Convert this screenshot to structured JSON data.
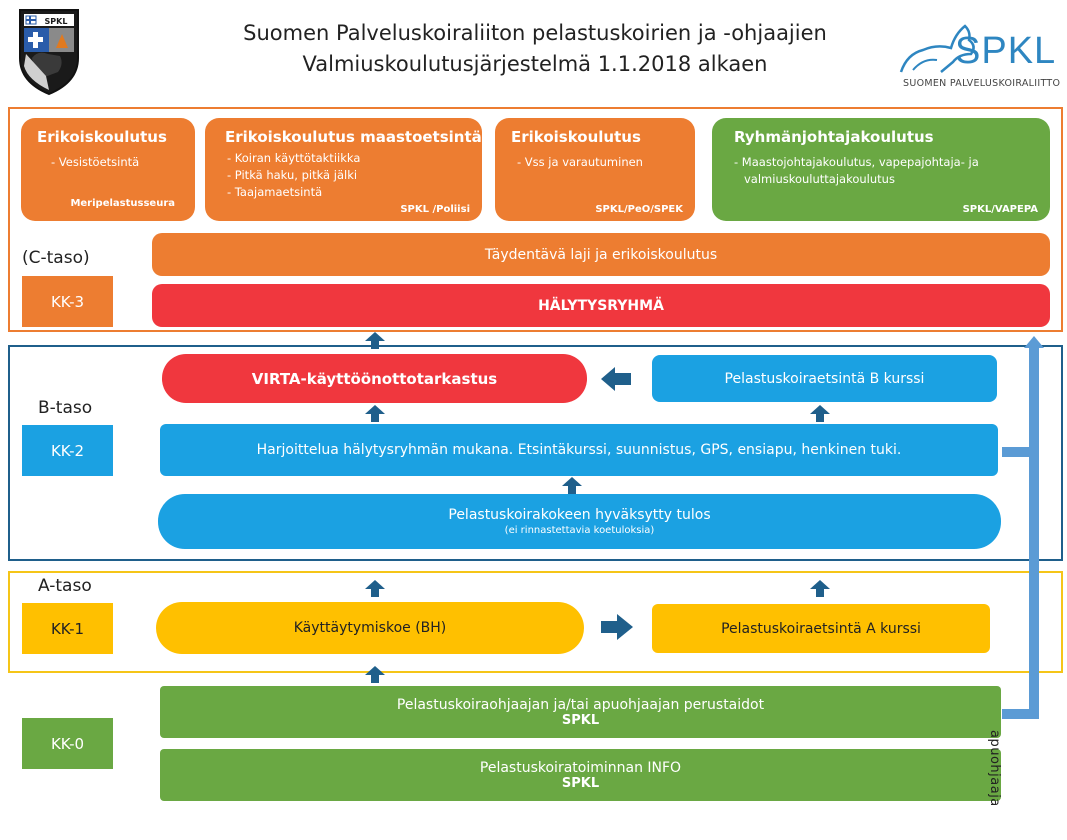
{
  "header": {
    "title_line1": "Suomen Palveluskoiraliiton pelastuskoirien ja -ohjaajien",
    "title_line2": "Valmiuskoulutusjärjestelmä 1.1.2018 alkaen",
    "badge_text": "SPKL",
    "logo_text": "SPKL",
    "logo_subtitle": "SUOMEN PALVELUSKOIRALIITTO"
  },
  "colors": {
    "orange": "#ed7d31",
    "red": "#f0373e",
    "blue": "#1ba1e2",
    "yellow": "#ffc000",
    "green": "#6aa843",
    "dark_blue": "#1f5f8b"
  },
  "c_level": {
    "label": "(C-taso)",
    "kk": "KK-3",
    "cards": [
      {
        "title": "Erikoiskoulutus",
        "items": [
          "- Vesistöetsintä"
        ],
        "footer": "Meripelastusseura"
      },
      {
        "title": "Erikoiskoulutus maastoetsintä",
        "items": [
          "-   Koiran käyttötaktiikka",
          "-   Pitkä haku, pitkä jälki",
          "-   Taajamaetsintä"
        ],
        "footer": "SPKL /Poliisi"
      },
      {
        "title": "Erikoiskoulutus",
        "items": [
          "-   Vss ja varautuminen"
        ],
        "footer": "SPKL/PeO/SPEK"
      },
      {
        "title": "Ryhmänjohtajakoulutus",
        "items": [
          "-   Maastojohtajakoulutus, vapepajohtaja- ja",
          "valmiuskouluttajakoulutus"
        ],
        "footer": "SPKL/VAPEPA"
      }
    ],
    "supplementary": "Täydentävä laji ja erikoiskoulutus",
    "alert_group": "HÄLYTYSRYHMÄ"
  },
  "b_level": {
    "label": "B-taso",
    "kk": "KK-2",
    "virta": "VIRTA-käyttöönottotarkastus",
    "course_b": "Pelastuskoiraetsintä B kurssi",
    "training": "Harjoittelua hälytysryhmän mukana. Etsintäkurssi, suunnistus, GPS, ensiapu, henkinen tuki.",
    "approved": "Pelastuskoirakokeen hyväksytty tulos",
    "approved_note": "(ei rinnastettavia  koetuloksia)"
  },
  "a_level": {
    "label": "A-taso",
    "kk": "KK-1",
    "behaviour": "Käyttäytymiskoe (BH)",
    "course_a": "Pelastuskoiraetsintä A kurssi"
  },
  "zero_level": {
    "kk": "KK-0",
    "basics": "Pelastuskoiraohjaajan ja/tai apuohjaajan perustaidot",
    "basics_org": "SPKL",
    "info": "Pelastuskoiratoiminnan INFO",
    "info_org": "SPKL"
  },
  "side_label": "apuohjaaja"
}
